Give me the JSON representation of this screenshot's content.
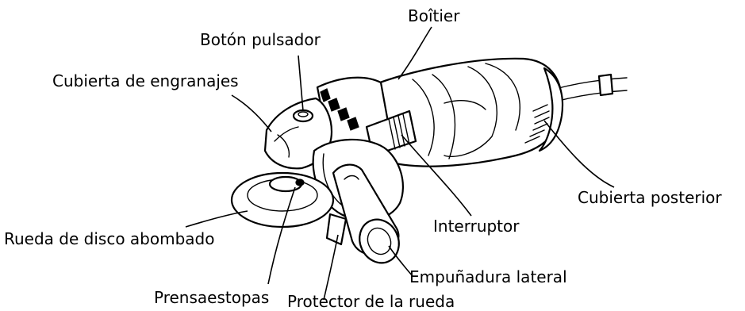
{
  "illustration": {
    "icon": "angle-grinder-line-drawing"
  },
  "callouts": [
    {
      "id": "boitier",
      "text": "Boîtier"
    },
    {
      "id": "boton-pulsador",
      "text": "Botón pulsador"
    },
    {
      "id": "cubierta-engranajes",
      "text": "Cubierta de engranajes"
    },
    {
      "id": "cubierta-posterior",
      "text": "Cubierta posterior"
    },
    {
      "id": "interruptor",
      "text": "Interruptor"
    },
    {
      "id": "rueda-disco",
      "text": "Rueda de disco abombado"
    },
    {
      "id": "empunadura-lateral",
      "text": "Empuñadura lateral"
    },
    {
      "id": "prensaestopas",
      "text": "Prensaestopas"
    },
    {
      "id": "protector-rueda",
      "text": "Protector de la rueda"
    }
  ]
}
